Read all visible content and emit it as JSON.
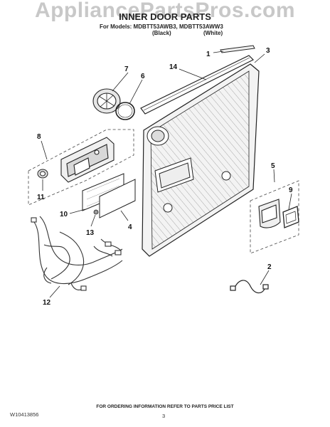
{
  "watermark": "AppliancePartsPros.com",
  "header": {
    "title": "INNER DOOR PARTS",
    "models": "For Models: MDBTT53AWB3, MDBTT53AWW3",
    "color_black": "(Black)",
    "color_white": "(White)"
  },
  "callouts": {
    "c1": "1",
    "c2": "2",
    "c3": "3",
    "c4": "4",
    "c5": "5",
    "c6": "6",
    "c7": "7",
    "c8": "8",
    "c9": "9",
    "c10": "10",
    "c11": "11",
    "c12": "12",
    "c13": "13",
    "c14": "14"
  },
  "footer": {
    "note": "FOR ORDERING INFORMATION REFER TO PARTS PRICE LIST",
    "doc_number": "W10413856",
    "page": "3"
  }
}
